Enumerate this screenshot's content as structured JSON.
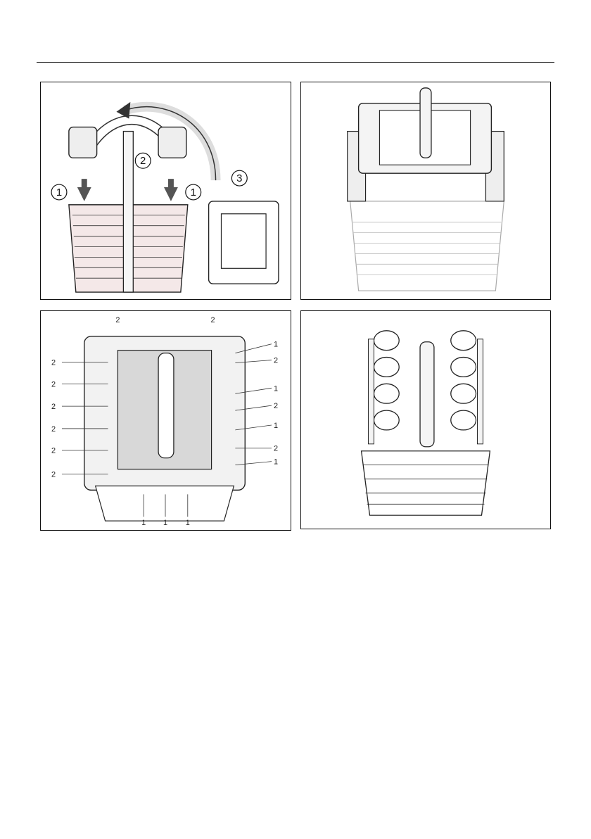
{
  "figure1": {
    "step_labels": [
      "①",
      "②",
      "①",
      "③"
    ],
    "step_numbers": [
      "1",
      "2",
      "1",
      "3"
    ]
  },
  "figure3": {
    "callout_top": [
      "2",
      "2"
    ],
    "callout_left": [
      "2",
      "2",
      "2",
      "2",
      "2",
      "2"
    ],
    "callout_right": [
      "1",
      "2",
      "1",
      "2",
      "1",
      "2",
      "1"
    ],
    "callout_bottom": [
      "1",
      "1",
      "1"
    ]
  },
  "colors": {
    "line": "#111111",
    "shade": "#c8c8c8",
    "fill_light": "#ececec"
  }
}
